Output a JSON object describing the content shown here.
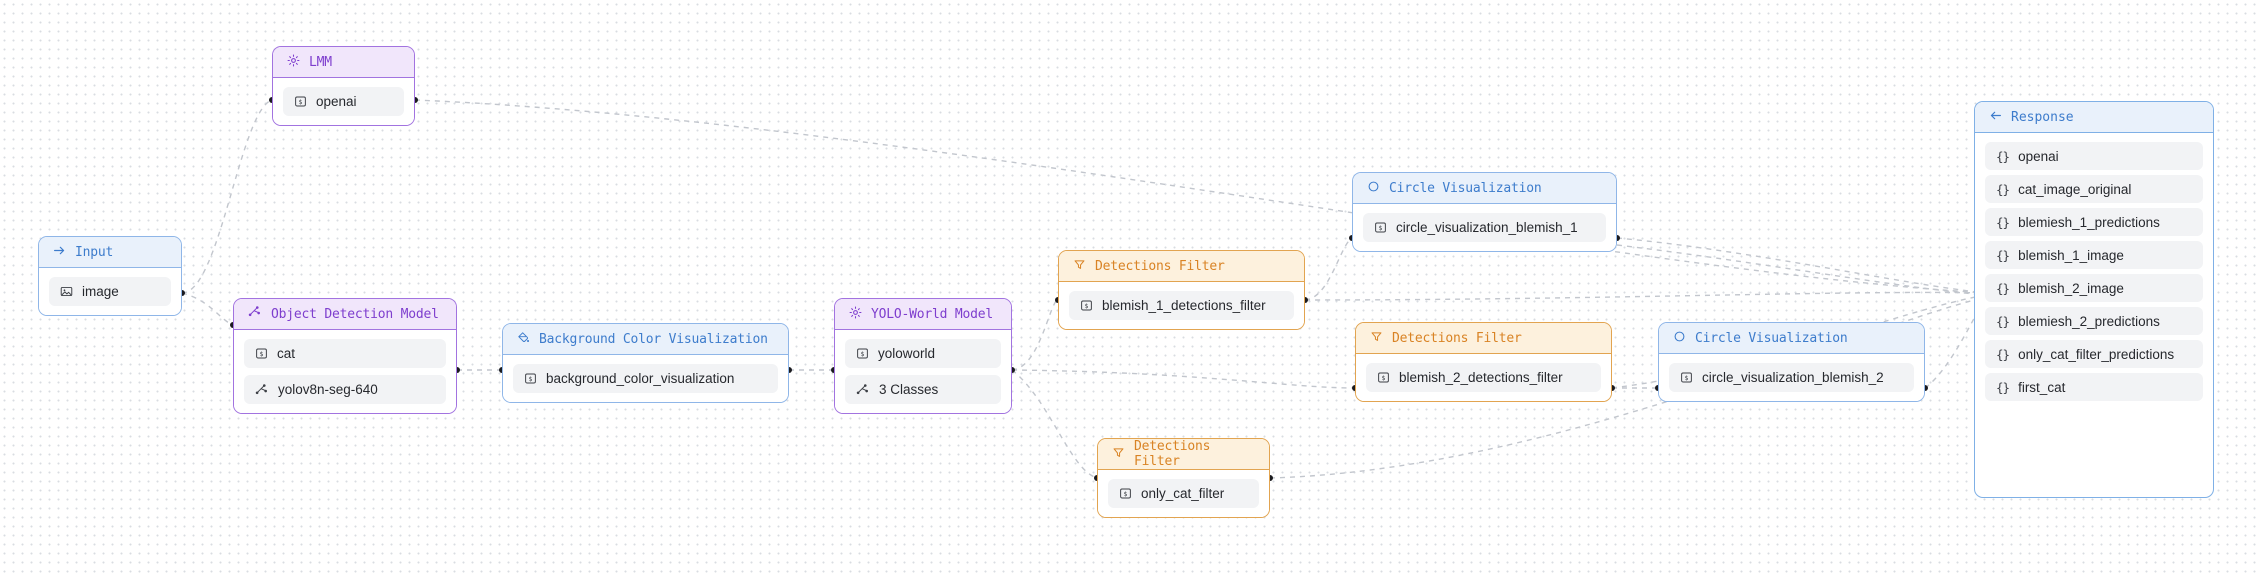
{
  "canvas": {
    "background": "#ffffff",
    "dot_color": "#d9dce2",
    "edge_color": "#c2c6cd"
  },
  "colors": {
    "blue_border": "#8fb6e8",
    "blue_header_bg": "#e9f1fb",
    "blue_text": "#3d7ccc",
    "purple_border": "#a273e0",
    "purple_header_bg": "#f1e6fb",
    "purple_text": "#7e3ece",
    "amber_border": "#e2a450",
    "amber_header_bg": "#fdf1dd",
    "amber_text": "#d98324",
    "row_bg": "#f2f3f5",
    "row_text": "#26282d"
  },
  "nodes": {
    "input": {
      "title": "Input",
      "icon": "arrow-right-icon",
      "variant": "blue",
      "rows": [
        {
          "label": "image",
          "icon": "image-icon"
        }
      ]
    },
    "lmm": {
      "title": "LMM",
      "icon": "gear-icon",
      "variant": "purple",
      "rows": [
        {
          "label": "openai",
          "icon": "dollar-box-icon"
        }
      ]
    },
    "object_detection_model": {
      "title": "Object Detection Model",
      "icon": "model-nodes-icon",
      "variant": "purple",
      "rows": [
        {
          "label": "cat",
          "icon": "dollar-box-icon"
        },
        {
          "label": "yolov8n-seg-640",
          "icon": "model-nodes-icon"
        }
      ]
    },
    "background_color_visualization": {
      "title": "Background Color Visualization",
      "icon": "paint-icon",
      "variant": "blue",
      "rows": [
        {
          "label": "background_color_visualization",
          "icon": "dollar-box-icon"
        }
      ]
    },
    "yolo_world_model": {
      "title": "YOLO-World Model",
      "icon": "gear-icon",
      "variant": "purple",
      "rows": [
        {
          "label": "yoloworld",
          "icon": "dollar-box-icon"
        },
        {
          "label": "3 Classes",
          "icon": "model-nodes-icon"
        }
      ]
    },
    "detections_filter_1": {
      "title": "Detections Filter",
      "icon": "funnel-icon",
      "variant": "amber",
      "rows": [
        {
          "label": "blemish_1_detections_filter",
          "icon": "dollar-box-icon"
        }
      ]
    },
    "detections_filter_2": {
      "title": "Detections Filter",
      "icon": "funnel-icon",
      "variant": "amber",
      "rows": [
        {
          "label": "blemish_2_detections_filter",
          "icon": "dollar-box-icon"
        }
      ]
    },
    "detections_filter_3": {
      "title": "Detections Filter",
      "icon": "funnel-icon",
      "variant": "amber",
      "rows": [
        {
          "label": "only_cat_filter",
          "icon": "dollar-box-icon"
        }
      ]
    },
    "circle_visualization_1": {
      "title": "Circle Visualization",
      "icon": "circle-icon",
      "variant": "blue",
      "rows": [
        {
          "label": "circle_visualization_blemish_1",
          "icon": "dollar-box-icon"
        }
      ]
    },
    "circle_visualization_2": {
      "title": "Circle Visualization",
      "icon": "circle-icon",
      "variant": "blue",
      "rows": [
        {
          "label": "circle_visualization_blemish_2",
          "icon": "dollar-box-icon"
        }
      ]
    }
  },
  "response": {
    "title": "Response",
    "icon": "arrow-left-icon",
    "items": [
      {
        "label": "openai",
        "icon": "braces-icon"
      },
      {
        "label": "cat_image_original",
        "icon": "braces-icon"
      },
      {
        "label": "blemiesh_1_predictions",
        "icon": "braces-icon"
      },
      {
        "label": "blemish_1_image",
        "icon": "braces-icon"
      },
      {
        "label": "blemish_2_image",
        "icon": "braces-icon"
      },
      {
        "label": "blemiesh_2_predictions",
        "icon": "braces-icon"
      },
      {
        "label": "only_cat_filter_predictions",
        "icon": "braces-icon"
      },
      {
        "label": "first_cat",
        "icon": "braces-icon"
      }
    ]
  }
}
